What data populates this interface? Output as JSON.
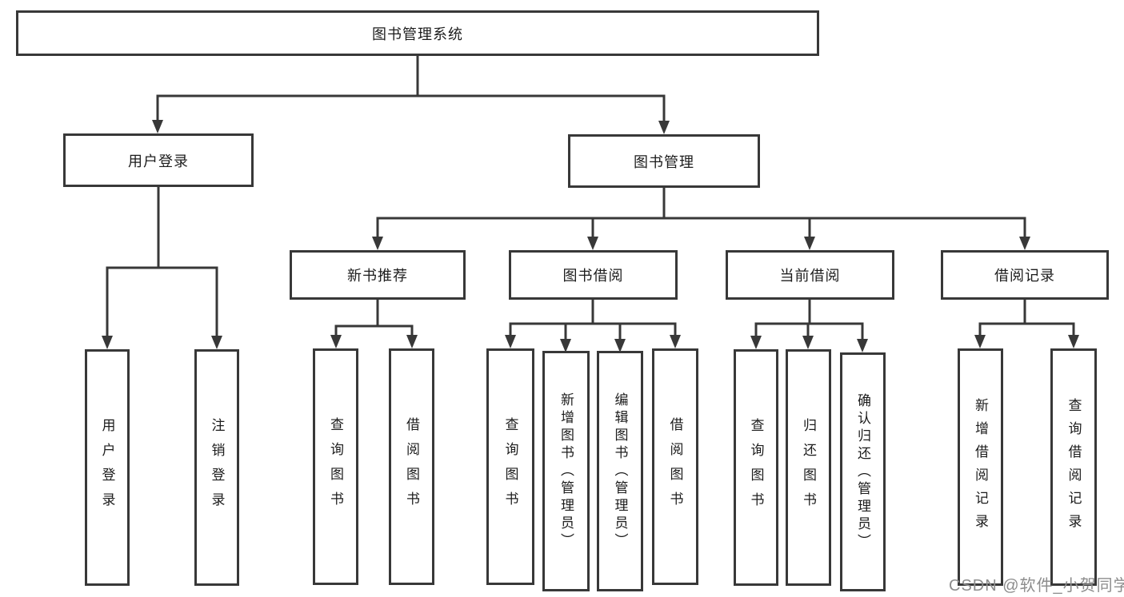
{
  "tree": {
    "label": "图书管理系统",
    "children": [
      {
        "label": "用户登录",
        "children": [
          {
            "label": "用户登录"
          },
          {
            "label": "注销登录"
          }
        ]
      },
      {
        "label": "图书管理",
        "children": [
          {
            "label": "新书推荐",
            "children": [
              {
                "label": "查询图书"
              },
              {
                "label": "借阅图书"
              }
            ]
          },
          {
            "label": "图书借阅",
            "children": [
              {
                "label": "查询图书"
              },
              {
                "label": "新增图书（管理员）"
              },
              {
                "label": "编辑图书（管理员）"
              },
              {
                "label": "借阅图书"
              }
            ]
          },
          {
            "label": "当前借阅",
            "children": [
              {
                "label": "查询图书"
              },
              {
                "label": "归还图书"
              },
              {
                "label": "确认归还（管理员）"
              }
            ]
          },
          {
            "label": "借阅记录",
            "children": [
              {
                "label": "新增借阅记录"
              },
              {
                "label": "查询借阅记录"
              }
            ]
          }
        ]
      }
    ]
  },
  "watermark": {
    "text": "CSDN @软件_小贺同学"
  },
  "colors": {
    "line": "#383838",
    "box_border": "#383838",
    "text": "#1c1c1c",
    "watermark": "#8d8d8d",
    "background": "#ffffff"
  }
}
